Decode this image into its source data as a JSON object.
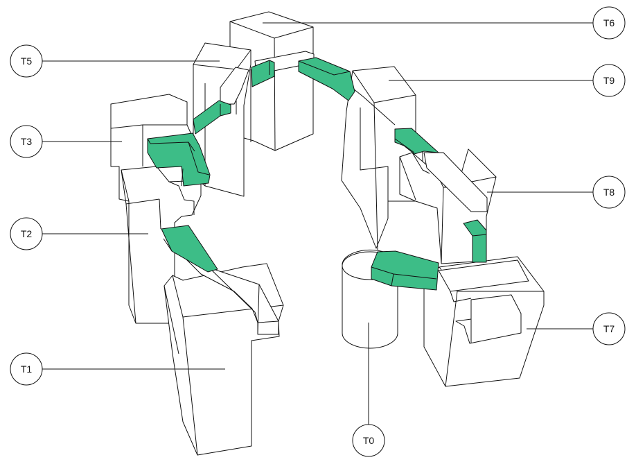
{
  "diagram": {
    "labels": [
      "T0",
      "T1",
      "T2",
      "T3",
      "T5",
      "T6",
      "T7",
      "T8",
      "T9"
    ]
  },
  "colors": {
    "duct": "#3dbd87",
    "outline": "#111111",
    "background": "#ffffff"
  }
}
